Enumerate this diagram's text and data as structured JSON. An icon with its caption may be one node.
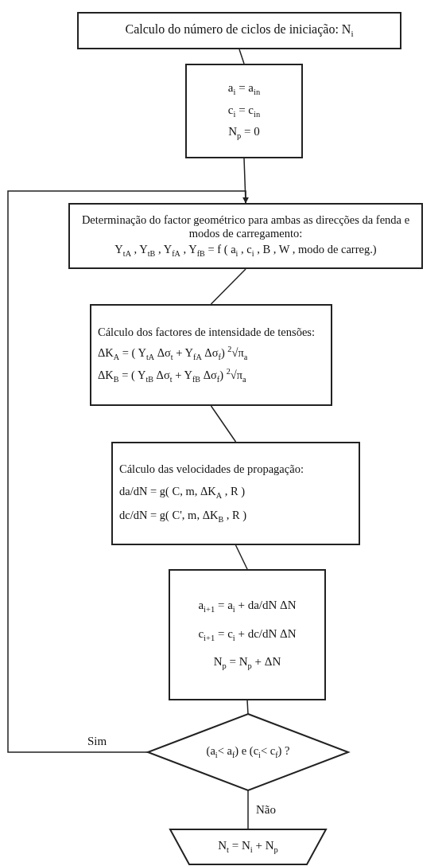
{
  "diagram": {
    "nodes": [
      {
        "text": [
          "Calculo do número de ciclos de iniciação:  N$_{i}$"
        ]
      },
      {
        "text": [
          "a$_{i}$ = a$_{in}$",
          "c$_{i}$ = c$_{in}$",
          "N$_{p}$ = 0"
        ]
      },
      {
        "text": [
          "Determinação do factor geométrico para ambas as direcções da fenda e modos de carregamento:",
          "Y$_{tA}$ , Y$_{tB}$ , Y$_{fA}$ , Y$_{fB}$ = f ( a$_{i}$ , c$_{i}$ , B , W , modo de carreg.)"
        ]
      },
      {
        "text": [
          "Cálculo dos factores de intensidade de tensões:",
          "ΔK$_{A}$ = ( Y$_{tA}$ Δσ$_{t}$ + Y$_{fA}$ Δσ$_{f}$)  $^{2}$√π$_{a}$",
          "ΔK$_{B}$ = ( Y$_{tB}$ Δσ$_{t}$ + Y$_{fB}$ Δσ$_{f}$) $^{2}$√π$_{a}$"
        ]
      },
      {
        "text": [
          "Cálculo das velocidades de propagação:",
          "da/dN = g( C, m, ΔK$_{A}$ , R )",
          "dc/dN = g( C', m, ΔK$_{B}$ , R )"
        ]
      },
      {
        "text": [
          "a$_{i+1}$ = a$_{i}$ + da/dN ΔN",
          "c$_{i+1}$ = c$_{i}$ + dc/dN ΔN",
          "N$_{p}$ = N$_{p}$ + ΔN"
        ]
      },
      {
        "text": [
          "(a$_{i}$< a$_{f}$)  e  (c$_{i}$< c$_{f}$) ?"
        ]
      },
      {
        "text": [
          "N$_{t}$ = N$_{i}$ + N$_{p}$"
        ]
      }
    ],
    "edges": [
      {
        "from": 0,
        "to": 1,
        "arrow": "none"
      },
      {
        "from": 1,
        "to": 2,
        "arrow": "none"
      },
      {
        "from": 2,
        "to": 3,
        "arrow": "none"
      },
      {
        "from": 3,
        "to": 4,
        "arrow": "none"
      },
      {
        "from": 4,
        "to": 5,
        "arrow": "none"
      },
      {
        "from": 5,
        "to": 6,
        "arrow": "none"
      },
      {
        "from": 6,
        "to": 2,
        "arrow": "to",
        "label": "Sim"
      },
      {
        "from": 6,
        "to": 7,
        "arrow": "none",
        "label": "Não"
      }
    ]
  }
}
